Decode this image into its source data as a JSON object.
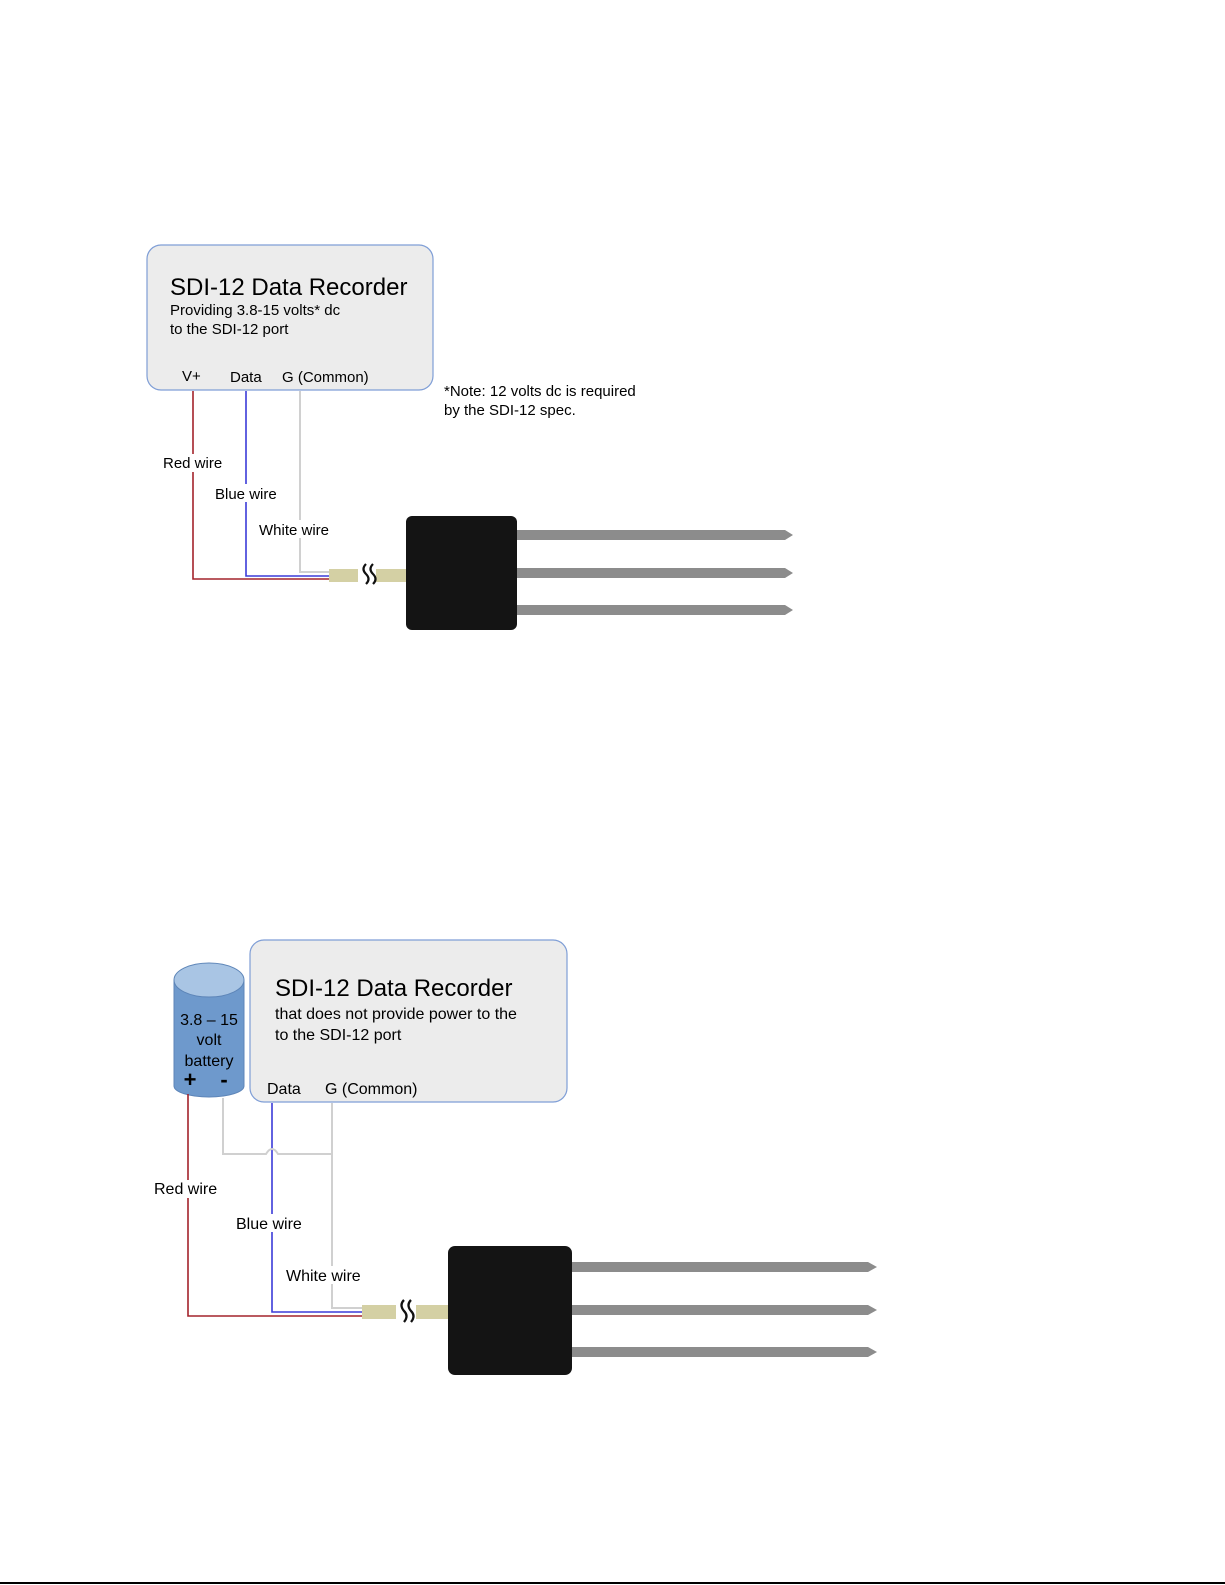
{
  "diagram1": {
    "title": "SDI-12 Data Recorder",
    "subtitle_line1": "Providing 3.8-15 volts* dc",
    "subtitle_line2": "to the SDI-12 port",
    "terminals": {
      "v_plus": "V+",
      "data": "Data",
      "ground": "G (Common)"
    },
    "note_line1": "*Note:  12 volts dc is required",
    "note_line2": "by the SDI-12 spec.",
    "wires": {
      "red": "Red wire",
      "blue": "Blue wire",
      "white": "White wire"
    }
  },
  "diagram2": {
    "title": "SDI-12 Data Recorder",
    "subtitle_line1": "that does not provide power to the",
    "subtitle_line2": "to the SDI-12 port",
    "terminals": {
      "data": "Data",
      "ground": "G (Common)"
    },
    "battery": {
      "line1": "3.8 – 15",
      "line2": "volt",
      "line3": "battery",
      "plus": "+",
      "minus": "-"
    },
    "wires": {
      "red": "Red wire",
      "blue": "Blue wire",
      "white": "White wire"
    }
  },
  "colors": {
    "red_wire": "#a3232b",
    "blue_wire": "#3b3bd9",
    "white_wire": "#d0d0d0",
    "cable": "#d4d0a4",
    "sensor_body": "#141414",
    "probe": "#8c8c8c",
    "battery": "#6e99cc",
    "battery_top": "#a9c5e4"
  }
}
